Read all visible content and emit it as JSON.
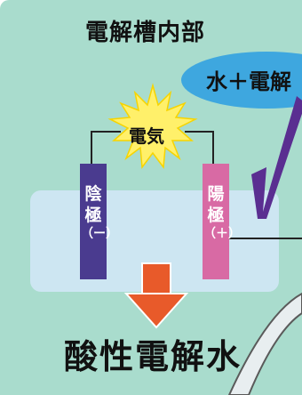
{
  "title": "電解槽内部",
  "speech_bubble": "水＋電解",
  "power_label": "電気",
  "cathode": {
    "name_line1": "陰",
    "name_line2": "極",
    "sign": "（ー）"
  },
  "anode": {
    "name_line1": "陽",
    "name_line2": "極",
    "sign": "（＋）"
  },
  "result_label": "酸性電解水",
  "colors": {
    "panel": "#a9dccd",
    "tank_water": "#cfe6f3",
    "cathode": "#4a3b8f",
    "anode": "#d86aa4",
    "bubble": "#3ea7df",
    "down_arrow": "#e85a2a",
    "purple_arrow": "#5a2e91",
    "sun": "#fff06a"
  },
  "icons": [
    "sun-burst-icon",
    "down-arrow-icon",
    "checkmark-arrow-icon"
  ]
}
